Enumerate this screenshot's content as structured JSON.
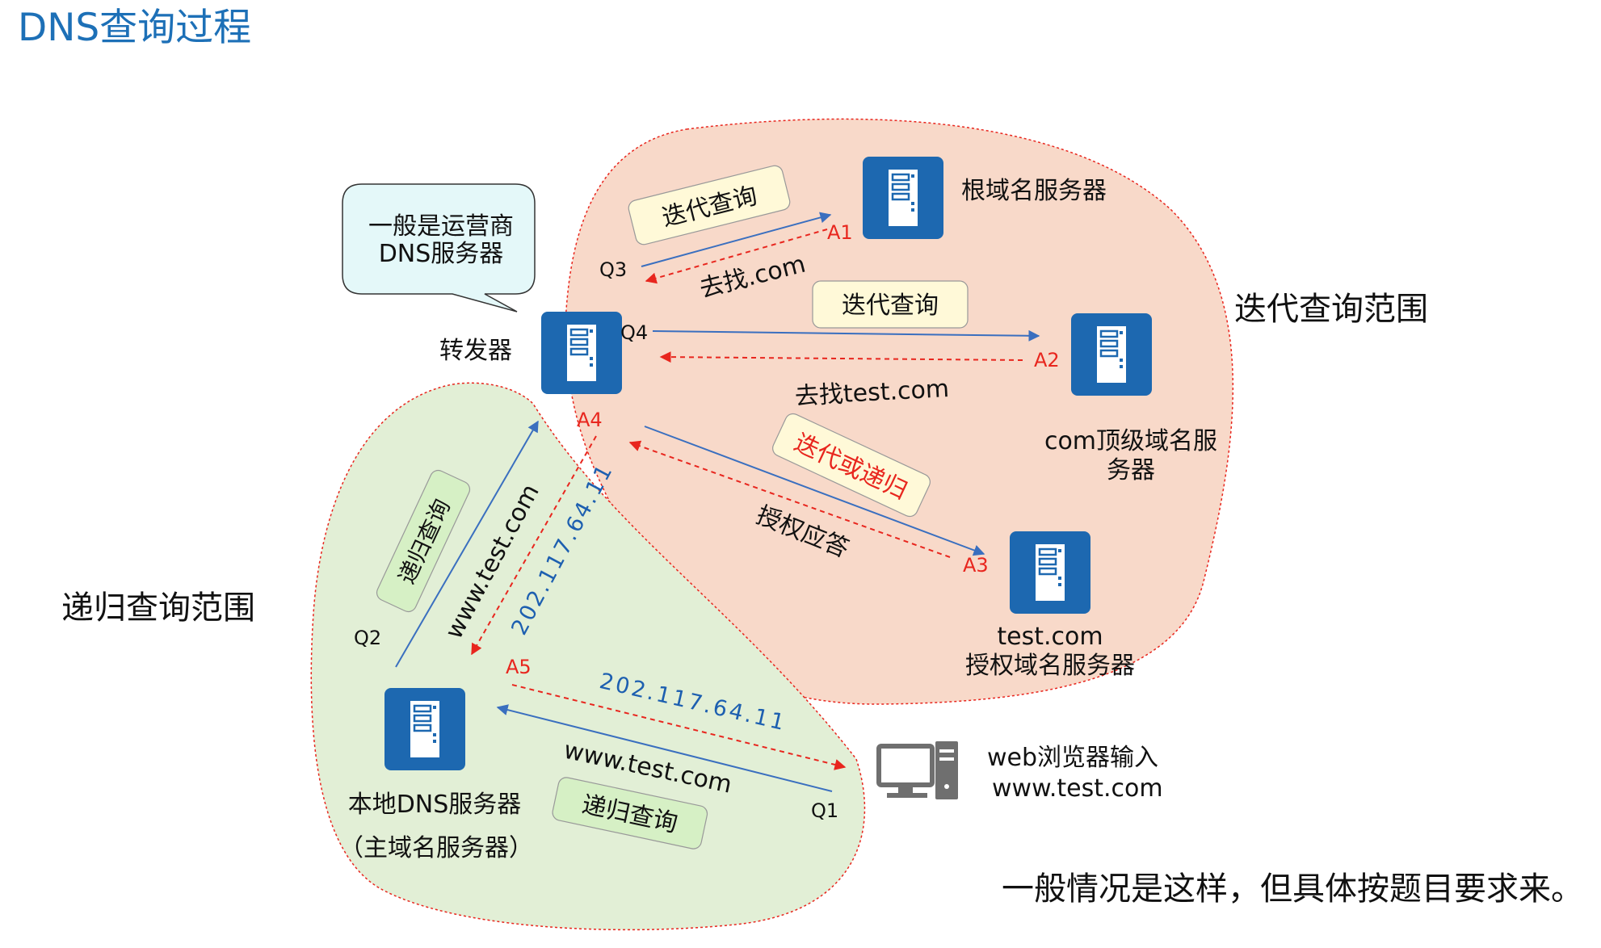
{
  "page": {
    "title": "DNS查询过程",
    "note": "一般情况是这样，但具体按题目要求来。"
  },
  "regions": {
    "iterative": "迭代查询范围",
    "recursive": "递归查询范围"
  },
  "callout": {
    "line1": "一般是运营商",
    "line2": "DNS服务器"
  },
  "servers": {
    "forwarder": "转发器",
    "root": "根域名服务器",
    "com_line1": "com顶级域名服",
    "com_line2": "务器",
    "auth_line1": "test.com",
    "auth_line2": "授权域名服务器",
    "local_line1": "本地DNS服务器",
    "local_line2": "（主域名服务器）"
  },
  "client": {
    "line1": "web浏览器输入",
    "line2": "www.test.com"
  },
  "tags": {
    "iter1": "迭代查询",
    "iter2": "迭代查询",
    "iter_or_rec": "迭代或递归",
    "rec1": "递归查询",
    "rec2": "递归查询"
  },
  "labels": {
    "Q1": "Q1",
    "Q2": "Q2",
    "Q3": "Q3",
    "Q4": "Q4",
    "A1": "A1",
    "A2": "A2",
    "A3": "A3",
    "A4": "A4",
    "A5": "A5",
    "goto_com": "去找.com",
    "goto_test": "去找test.com",
    "auth_answer": "授权应答",
    "www1": "www.test.com",
    "www2": "www.test.com",
    "ip1": "202.117.64.11",
    "ip2": "202.117.64.11"
  },
  "colors": {
    "accent_blue": "#1d70b7",
    "answer_red": "#e8261e",
    "iter_region_fill": "#f8d9c9",
    "rec_region_fill": "#e2efd6",
    "tag_yellow": "#fff9d8",
    "tag_green": "#d6f0c5",
    "callout_fill": "#e4f8f9"
  }
}
